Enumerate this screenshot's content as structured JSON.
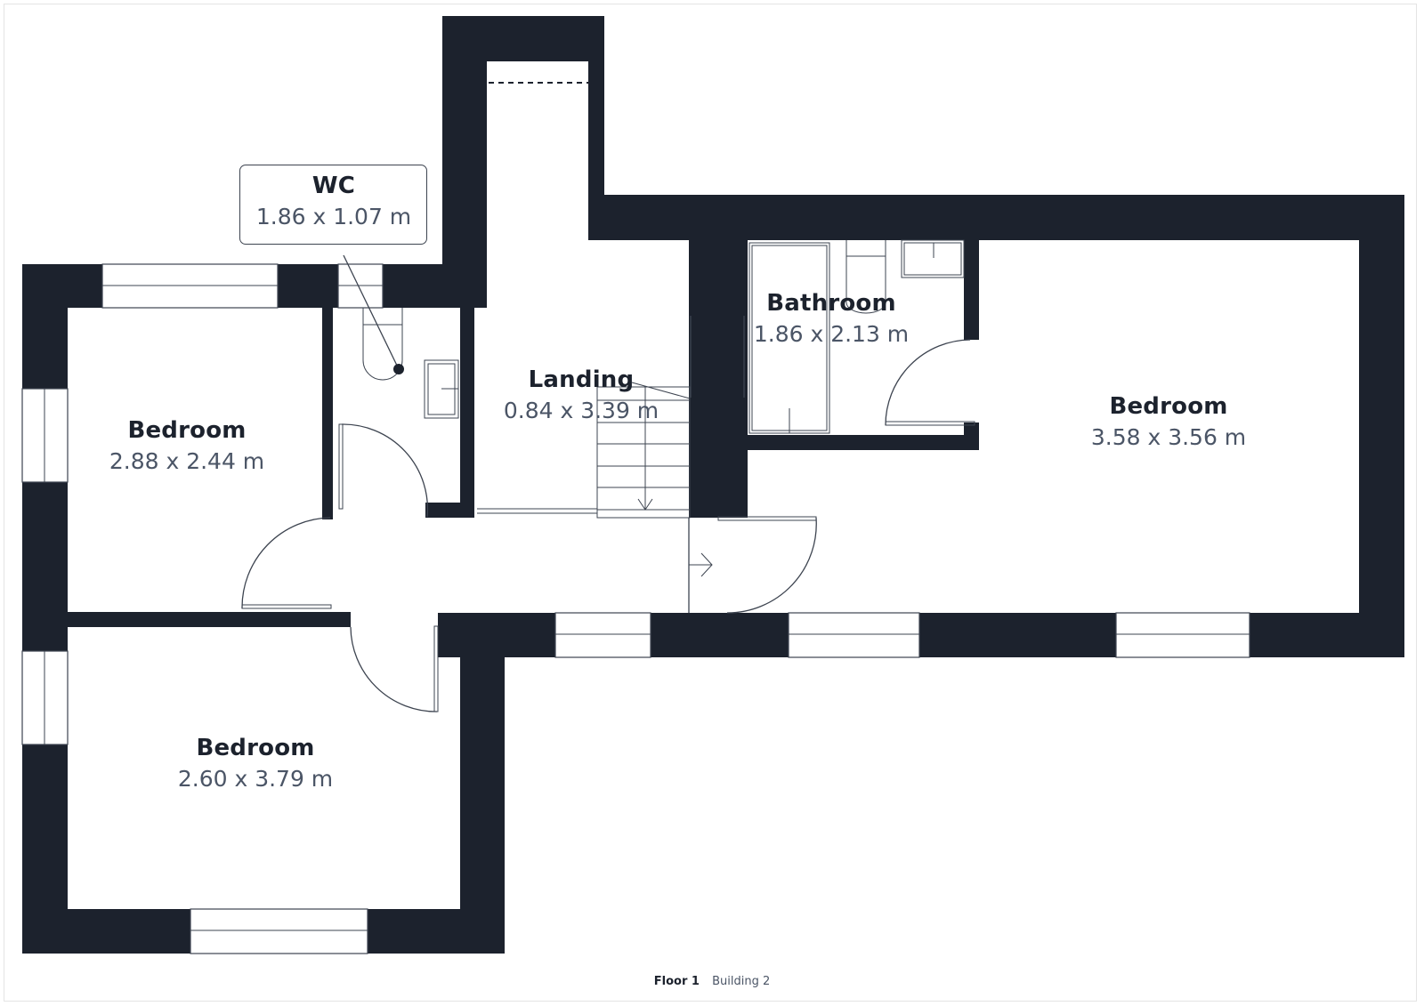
{
  "plan": {
    "colors": {
      "wall": "#1c222d",
      "text_primary": "#1c222d",
      "text_secondary": "#4b5566",
      "frame": "#e4e4e4"
    },
    "rooms": [
      {
        "name": "WC",
        "dimensions": "1.86 x 1.07 m",
        "callout": true
      },
      {
        "name": "Landing",
        "dimensions": "0.84 x 3.39 m"
      },
      {
        "name": "Bathroom",
        "dimensions": "1.86 x 2.13 m"
      },
      {
        "name": "Bedroom",
        "dimensions": "2.88 x 2.44 m"
      },
      {
        "name": "Bedroom",
        "dimensions": "3.58 x 3.56 m"
      },
      {
        "name": "Bedroom",
        "dimensions": "2.60 x 3.79 m"
      }
    ],
    "icons": [
      "stairs-down-arrow-icon",
      "door-swing-icon",
      "window-icon",
      "toilet-icon",
      "sink-icon",
      "bathtub-icon",
      "entry-arrow-icon"
    ]
  },
  "footer": {
    "floor": "Floor 1",
    "building": "Building 2"
  }
}
